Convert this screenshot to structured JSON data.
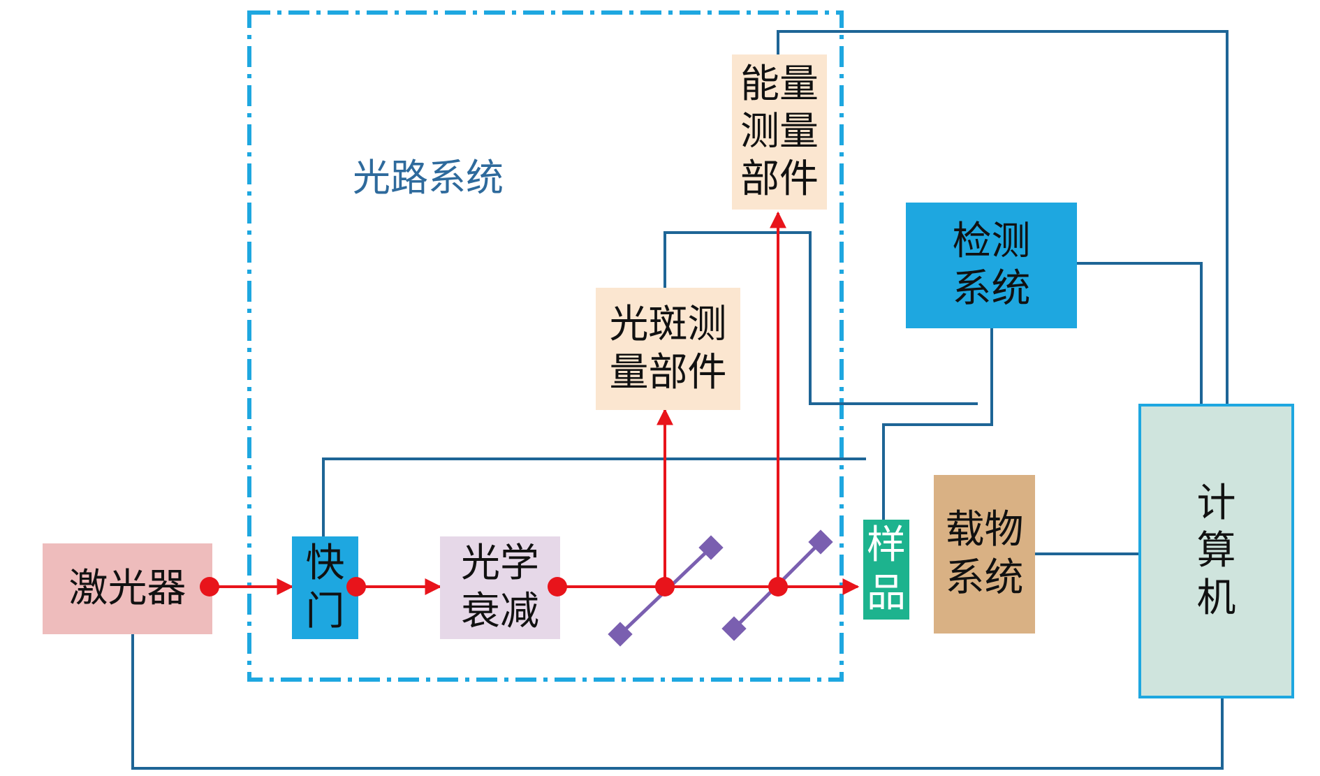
{
  "diagram": {
    "group_label": "光路系统",
    "nodes": {
      "laser": {
        "label": "激光器",
        "color": "#eebcbc"
      },
      "shutter": {
        "label": "快\n门",
        "color": "#1ea7e0"
      },
      "attenuator": {
        "label": "光学\n衰减",
        "color": "#e6d8e8"
      },
      "spot_measure": {
        "label": "光斑测\n量部件",
        "color": "#fbe6d0"
      },
      "energy_measure": {
        "label": "能量\n测量\n部件",
        "color": "#fbe6d0"
      },
      "detection": {
        "label": "检测\n系统",
        "color": "#1ea7e0"
      },
      "sample": {
        "label": "样\n品",
        "color": "#1db38e"
      },
      "stage": {
        "label": "载物\n系统",
        "color": "#d9b184"
      },
      "computer": {
        "label": "计\n算\n机",
        "color": "#cfe4dd"
      }
    },
    "colors": {
      "beam": "#e8141b",
      "signal_wire": "#1e6596",
      "group_border": "#1ea7e0",
      "mirror": "#7a5fb0"
    }
  }
}
